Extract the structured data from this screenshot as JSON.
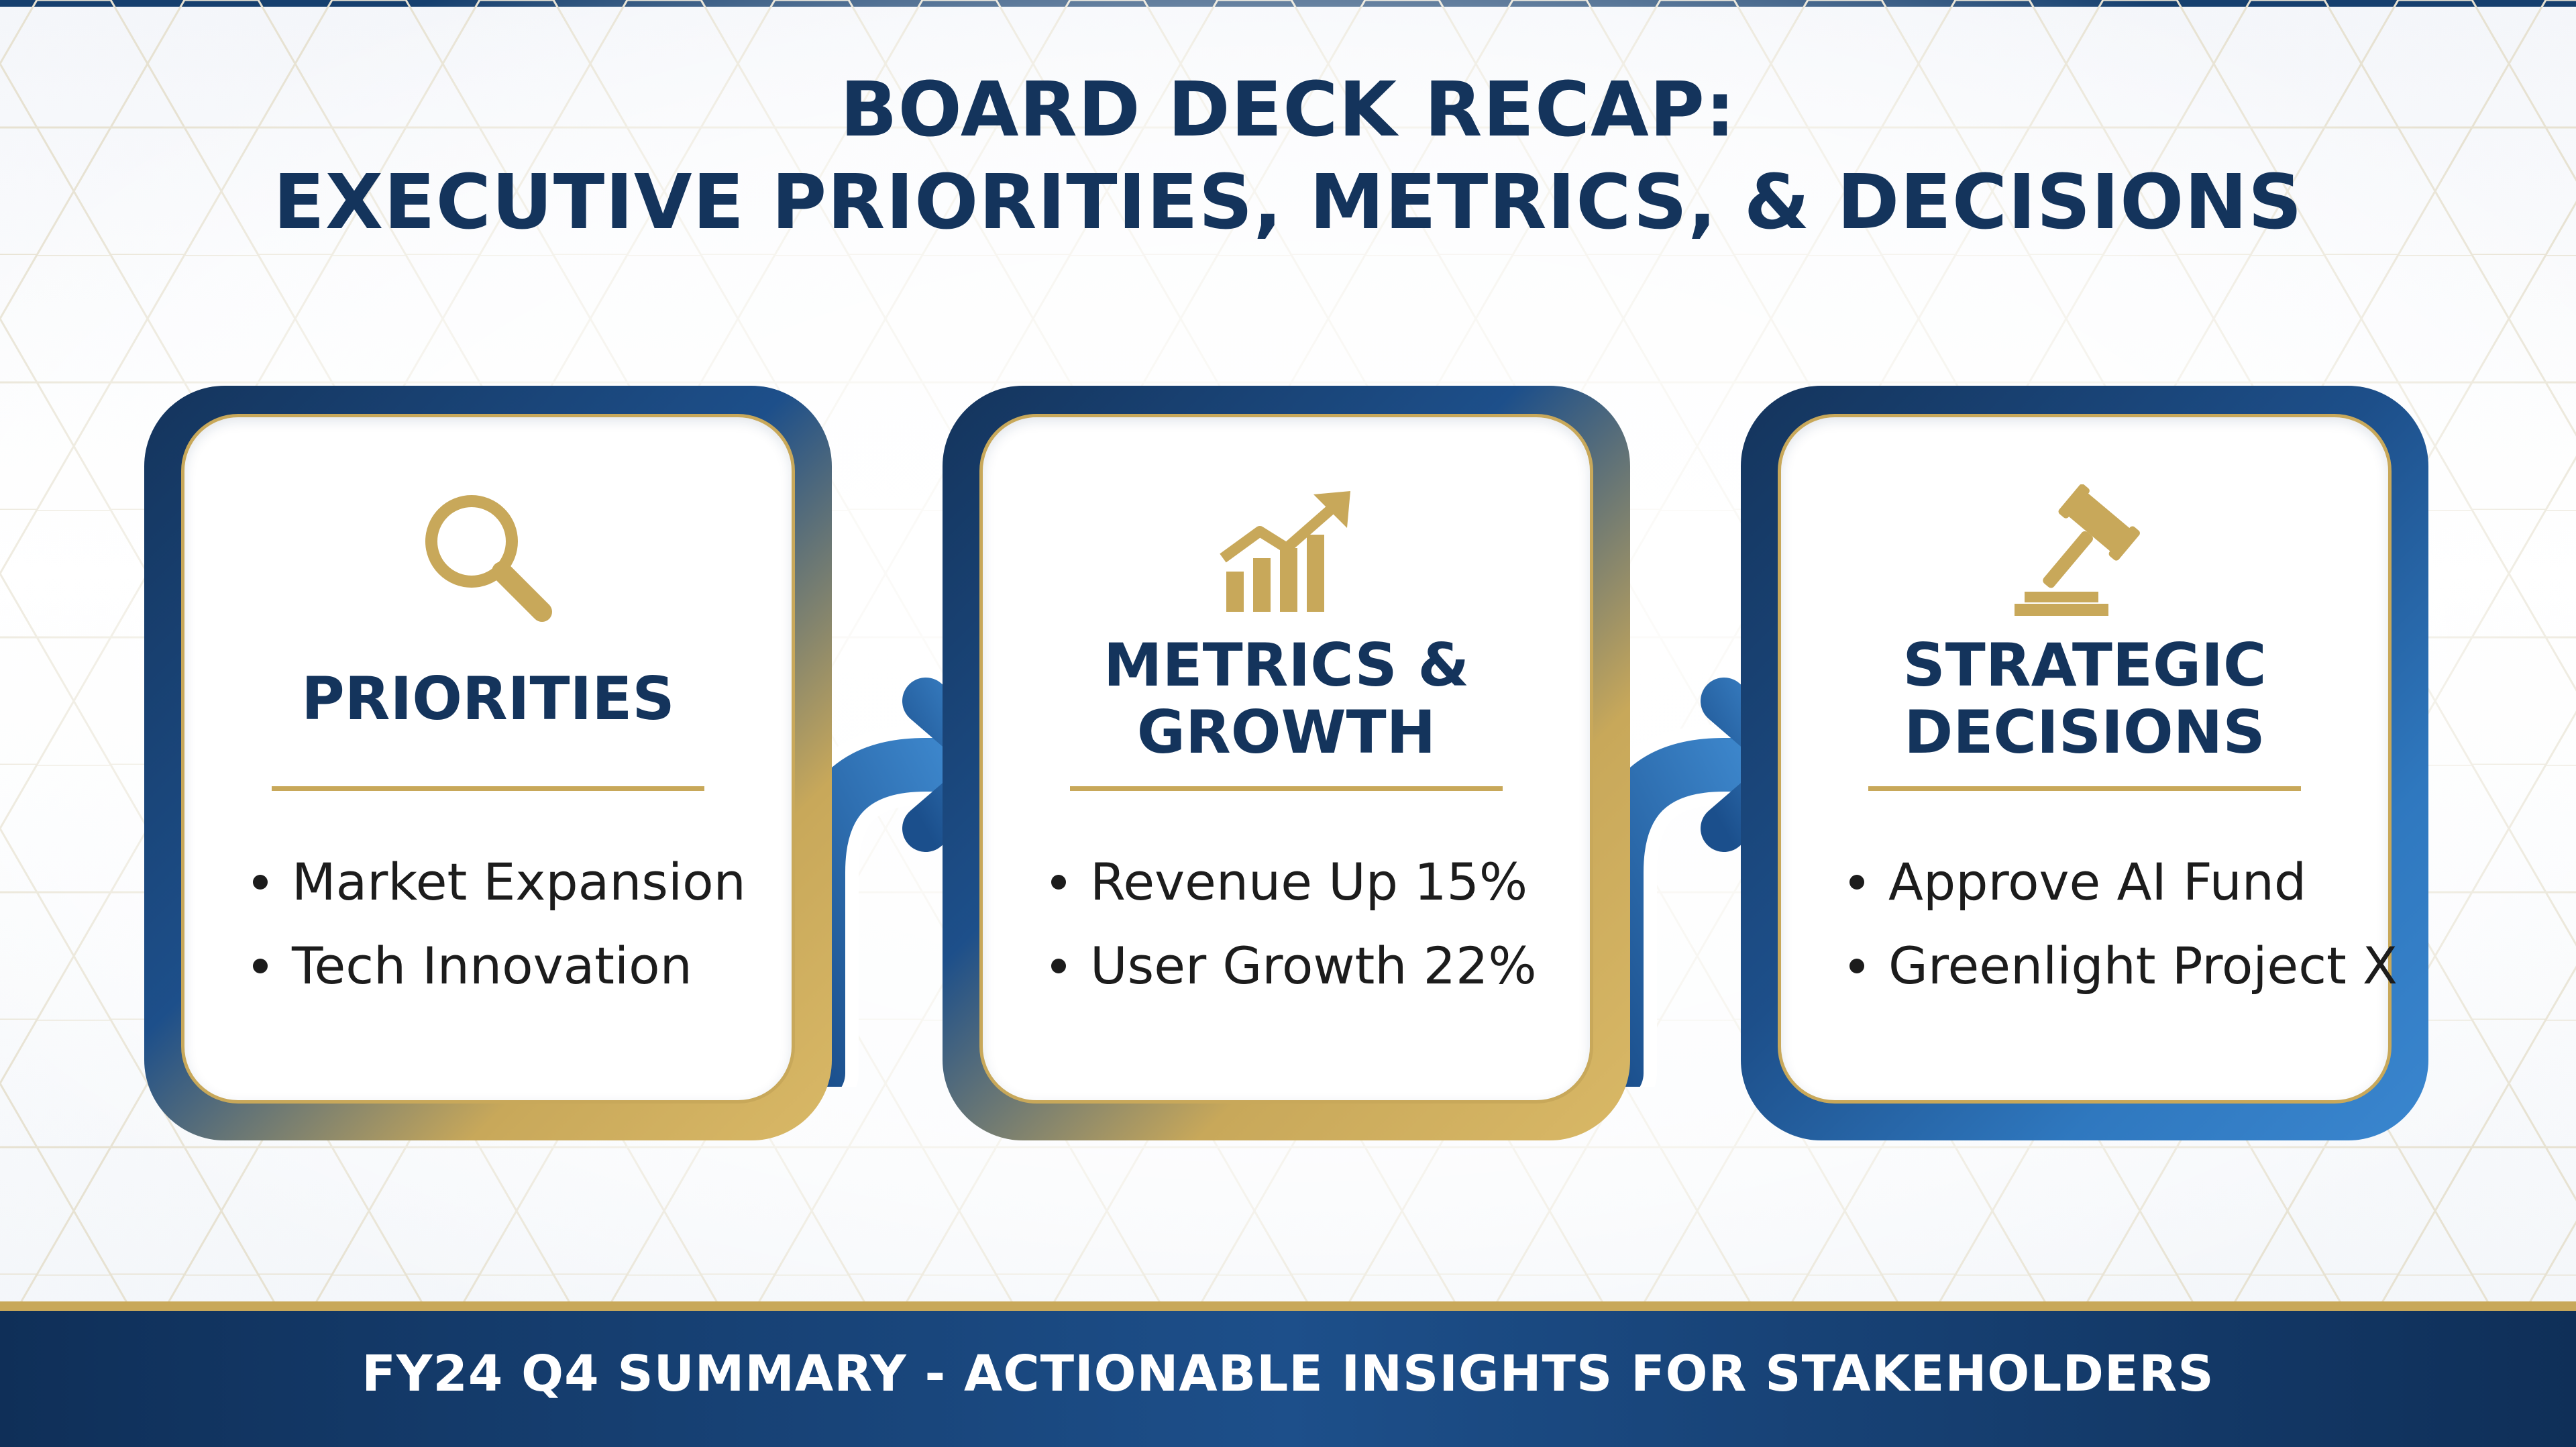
{
  "header": {
    "title_line1": "BOARD DECK RECAP:",
    "title_line2": "EXECUTIVE PRIORITIES, METRICS, & DECISIONS"
  },
  "cards": [
    {
      "icon": "magnifying-glass-icon",
      "title_lines": [
        "PRIORITIES"
      ],
      "bullets": [
        "Market Expansion",
        "Tech Innovation"
      ]
    },
    {
      "icon": "growth-chart-icon",
      "title_lines": [
        "METRICS &",
        "GROWTH"
      ],
      "bullets": [
        "Revenue Up 15%",
        "User Growth 22%"
      ]
    },
    {
      "icon": "gavel-icon",
      "title_lines": [
        "STRATEGIC",
        "DECISIONS"
      ],
      "bullets": [
        "Approve AI Fund",
        "Greenlight Project X"
      ]
    }
  ],
  "footer": {
    "text": "FY24 Q4 SUMMARY - ACTIONABLE INSIGHTS FOR STAKEHOLDERS"
  },
  "colors": {
    "navy": "#14345c",
    "blue": "#2f78bf",
    "gold": "#c8a85a",
    "footer": "#1d4f8a"
  }
}
